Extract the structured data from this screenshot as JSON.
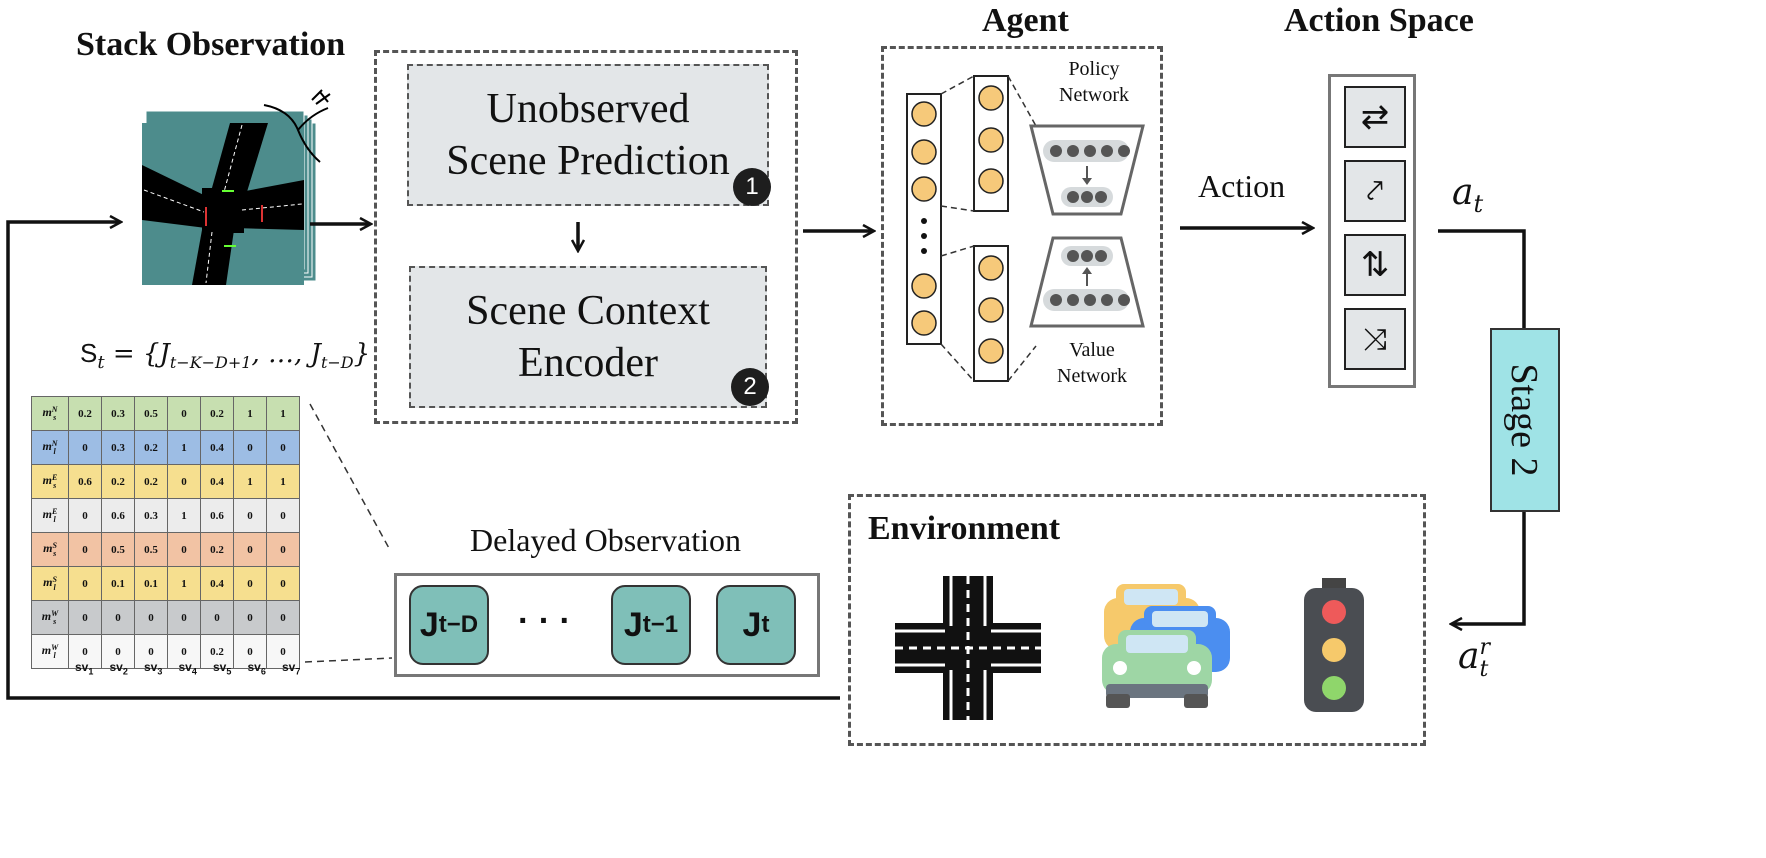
{
  "titles": {
    "stack_observation": "Stack Observation",
    "agent": "Agent",
    "action_space": "Action Space",
    "delayed_observation": "Delayed Observation",
    "environment": "Environment"
  },
  "modules": {
    "unobserved_line1": "Unobserved",
    "unobserved_line2": "Scene Prediction",
    "unobserved_badge": "1",
    "encoder_line1": "Scene Context",
    "encoder_line2": "Encoder",
    "encoder_badge": "2"
  },
  "agent": {
    "policy_line1": "Policy",
    "policy_line2": "Network",
    "value_line1": "Value",
    "value_line2": "Network"
  },
  "labels": {
    "action": "Action",
    "stage": "Stage 2",
    "a_t": "a",
    "a_t_sub": "t",
    "a_t_r_sub": "t",
    "a_t_r_sup": "r",
    "state_eq": "S",
    "state_sub": "t",
    "state_rest": " = {J",
    "state_sub1": "t−K−D+1",
    "state_mid": ", …, J",
    "state_sub2": "t−D",
    "state_end": "}"
  },
  "delayed": {
    "j_td": "J",
    "j_td_sub": "t−D",
    "dots": "· · ·",
    "j_t1": "J",
    "j_t1_sub": "t−1",
    "j_t": "J",
    "j_t_sub": "t"
  },
  "action_icons": [
    "two-way-arrows-icon",
    "turn-arrows-icon",
    "up-down-arrows-icon",
    "diagonal-turn-arrows-icon"
  ],
  "matrix": {
    "row_headers": [
      "m_s^N",
      "m_l^N",
      "m_s^E",
      "m_l^E",
      "m_s^S",
      "m_l^S",
      "m_s^W",
      "m_l^W"
    ],
    "row_colors": [
      "#c7dfb0",
      "#9dbde4",
      "#f6df8f",
      "#ececec",
      "#f2c3a4",
      "#f6df8f",
      "#c8cacc",
      "#f7f7f7"
    ],
    "rows": [
      [
        "0.2",
        "0.3",
        "0.5",
        "0",
        "0.2",
        "1",
        "1"
      ],
      [
        "0",
        "0.3",
        "0.2",
        "1",
        "0.4",
        "0",
        "0"
      ],
      [
        "0.6",
        "0.2",
        "0.2",
        "0",
        "0.4",
        "1",
        "1"
      ],
      [
        "0",
        "0.6",
        "0.3",
        "1",
        "0.6",
        "0",
        "0"
      ],
      [
        "0",
        "0.5",
        "0.5",
        "0",
        "0.2",
        "0",
        "0"
      ],
      [
        "0",
        "0.1",
        "0.1",
        "1",
        "0.4",
        "0",
        "0"
      ],
      [
        "0",
        "0",
        "0",
        "0",
        "0",
        "0",
        "0"
      ],
      [
        "0",
        "0",
        "0",
        "0",
        "0.2",
        "0",
        "0"
      ]
    ],
    "col_labels": [
      "sv",
      "sv",
      "sv",
      "sv",
      "sv",
      "sv",
      "sv"
    ],
    "col_subs": [
      "1",
      "2",
      "3",
      "4",
      "5",
      "6",
      "7"
    ]
  },
  "colors": {
    "teal": "#7fbfb8",
    "stage": "#9fe3e6",
    "node": "#f6c97a",
    "module_gray": "#e3e6e8"
  }
}
